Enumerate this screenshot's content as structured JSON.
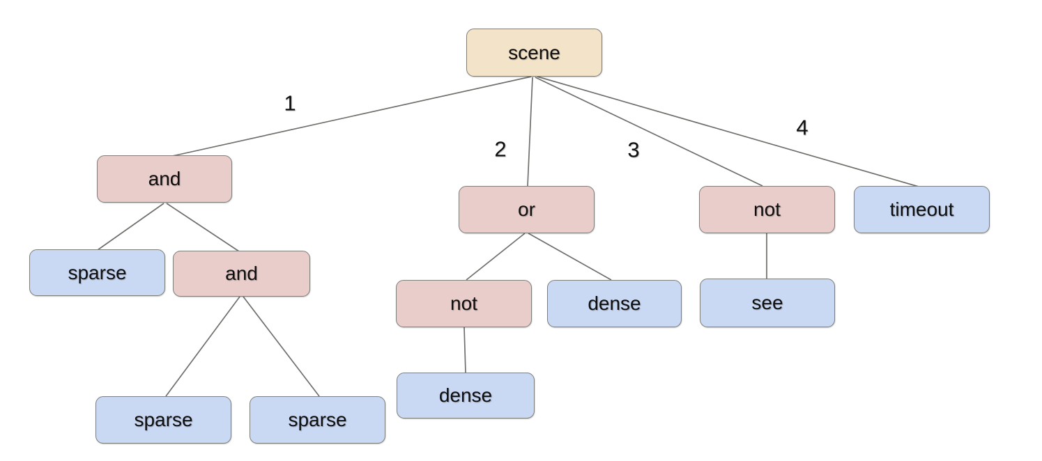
{
  "diagram": {
    "type": "tree",
    "root_label": "scene",
    "colors": {
      "root_fill": "#f3e3c9",
      "operator_fill": "#e9cdcb",
      "leaf_fill": "#c9d8f3",
      "node_border": "#7e7e7a",
      "edge_color": "#6f6f6b",
      "text_color": "#0f0f0f",
      "canvas_bg": "#ffffff"
    },
    "nodes": [
      {
        "id": "scene",
        "label": "scene",
        "type": "root"
      },
      {
        "id": "and-1",
        "label": "and",
        "type": "operator"
      },
      {
        "id": "or-1",
        "label": "or",
        "type": "operator"
      },
      {
        "id": "not-1",
        "label": "not",
        "type": "operator"
      },
      {
        "id": "timeout-1",
        "label": "timeout",
        "type": "leaf"
      },
      {
        "id": "sparse-1",
        "label": "sparse",
        "type": "leaf"
      },
      {
        "id": "and-2",
        "label": "and",
        "type": "operator"
      },
      {
        "id": "not-2",
        "label": "not",
        "type": "operator"
      },
      {
        "id": "dense-1",
        "label": "dense",
        "type": "leaf"
      },
      {
        "id": "see-1",
        "label": "see",
        "type": "leaf"
      },
      {
        "id": "dense-2",
        "label": "dense",
        "type": "leaf"
      },
      {
        "id": "sparse-2",
        "label": "sparse",
        "type": "leaf"
      },
      {
        "id": "sparse-3",
        "label": "sparse",
        "type": "leaf"
      }
    ],
    "edges": [
      {
        "from": "scene",
        "to": "and-1",
        "label": "1"
      },
      {
        "from": "scene",
        "to": "or-1",
        "label": "2"
      },
      {
        "from": "scene",
        "to": "not-1",
        "label": "3"
      },
      {
        "from": "scene",
        "to": "timeout-1",
        "label": "4"
      },
      {
        "from": "and-1",
        "to": "sparse-1",
        "label": ""
      },
      {
        "from": "and-1",
        "to": "and-2",
        "label": ""
      },
      {
        "from": "and-2",
        "to": "sparse-2",
        "label": ""
      },
      {
        "from": "and-2",
        "to": "sparse-3",
        "label": ""
      },
      {
        "from": "or-1",
        "to": "not-2",
        "label": ""
      },
      {
        "from": "or-1",
        "to": "dense-1",
        "label": ""
      },
      {
        "from": "not-2",
        "to": "dense-2",
        "label": ""
      },
      {
        "from": "not-1",
        "to": "see-1",
        "label": ""
      }
    ]
  }
}
